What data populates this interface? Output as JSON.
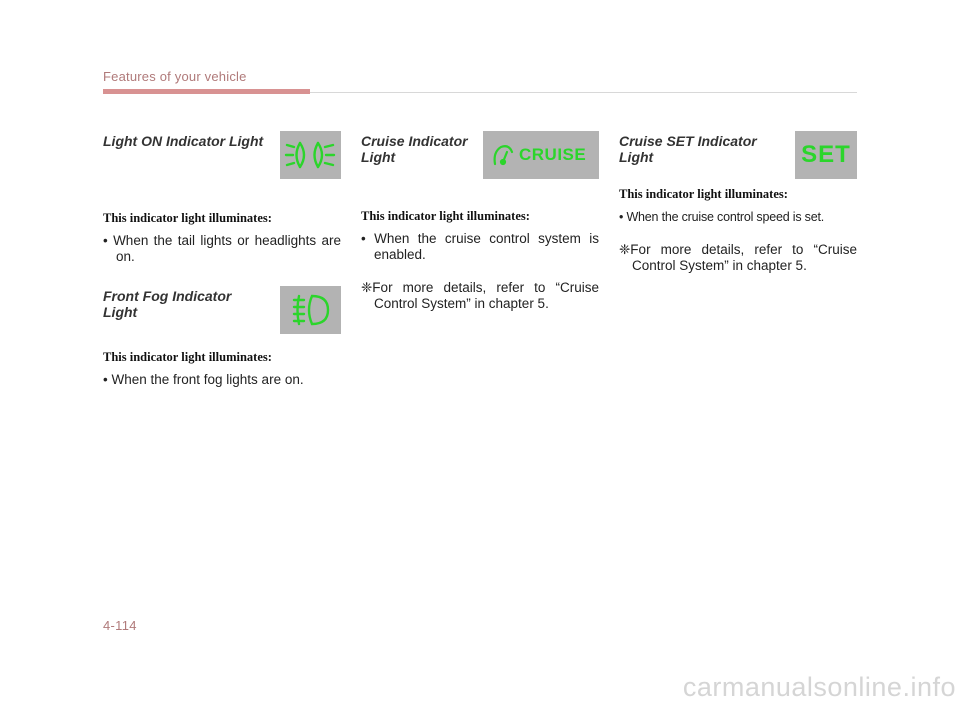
{
  "header": {
    "title": "Features of your vehicle"
  },
  "sections": {
    "light_on": {
      "title": "Light ON Indicator Light",
      "lead": "This indicator light illuminates:",
      "items": [
        "• When the tail lights or headlights are on."
      ],
      "icon": "headlight-indicator-icon",
      "icon_color": "#2bd52b"
    },
    "front_fog": {
      "title_line1": "Front Fog Indicator",
      "title_line2": "Light",
      "lead": "This indicator light illuminates:",
      "items": [
        "• When the front fog lights are on."
      ],
      "icon": "front-fog-indicator-icon",
      "icon_color": "#2bd52b"
    },
    "cruise": {
      "title_line1": "Cruise Indicator",
      "title_line2": "Light",
      "lead": "This indicator light illuminates:",
      "items": [
        "• When the cruise control system is enabled."
      ],
      "note": "❈For more details, refer to “Cruise Control System” in chapter 5.",
      "icon": "cruise-indicator-icon",
      "icon_text": "CRUISE",
      "icon_color": "#2bd52b"
    },
    "cruise_set": {
      "title_line1": "Cruise SET Indicator",
      "title_line2": "Light",
      "lead": "This indicator light illuminates:",
      "items": [
        "• When the cruise control speed is set."
      ],
      "note": "❈For more details, refer to “Cruise Control System” in chapter 5.",
      "icon": "cruise-set-indicator-icon",
      "icon_text": "SET",
      "icon_color": "#2bd52b"
    }
  },
  "footer": {
    "page_number": "4-114"
  },
  "watermark": "carmanualsonline.info"
}
